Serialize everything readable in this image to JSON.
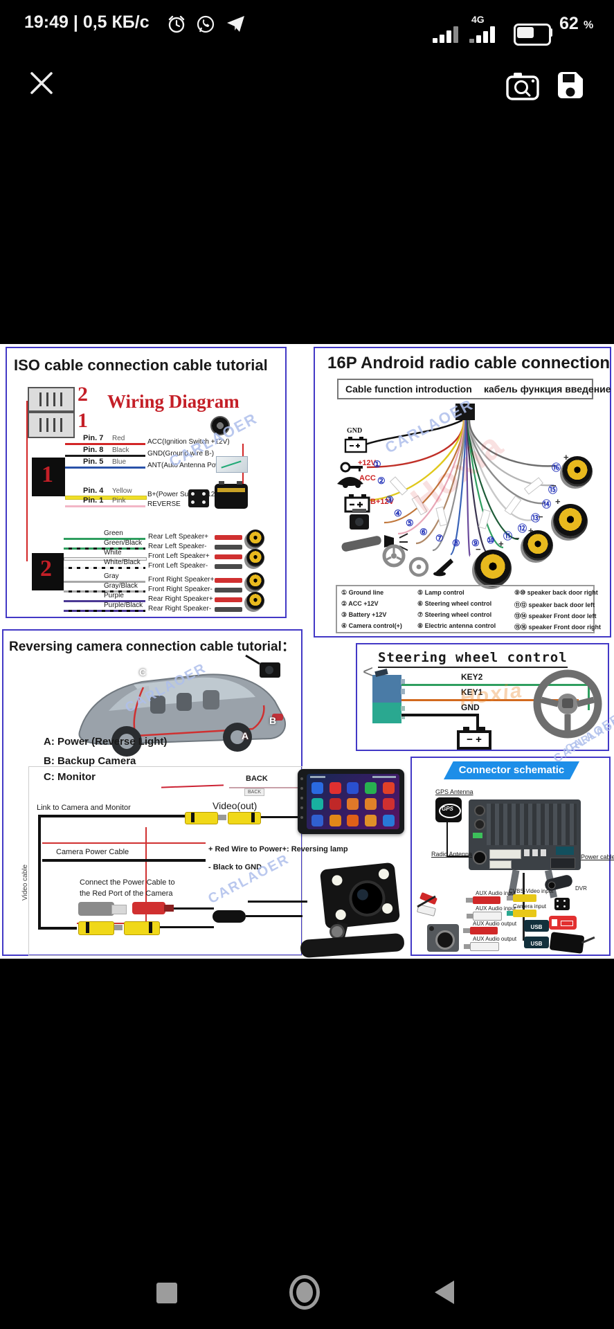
{
  "statusbar": {
    "left": "19:49 | 0,5 КБ/с",
    "network": "4G",
    "battery_value": "62",
    "percent": "%"
  },
  "panel_iso": {
    "title": "ISO cable connection cable tutorial",
    "heading": "Wiring Diagram",
    "iso_block_top": "2",
    "iso_block_bottom": "1",
    "block1": "1",
    "block2": "2",
    "pins": [
      {
        "pin": "Pin. 7",
        "wire": "Red",
        "desc": "ACC(Ignition Switch +12V)"
      },
      {
        "pin": "Pin. 8",
        "wire": "Black",
        "desc": "GND(Ground wire B-)"
      },
      {
        "pin": "Pin. 5",
        "wire": "Blue",
        "desc": "ANT(Auto Antenna Power)"
      },
      {
        "pin": "Pin. 4",
        "wire": "Yellow",
        "desc": "B+(Power Supply +12V)"
      },
      {
        "pin": "Pin. 1",
        "wire": "Pink",
        "desc": "REVERSE"
      }
    ],
    "speakers": [
      {
        "wire": "Green",
        "desc": "Rear Left Speaker+"
      },
      {
        "wire": "Green/Black",
        "desc": "Rear Left Speaker-"
      },
      {
        "wire": "White",
        "desc": "Front Left Speaker+"
      },
      {
        "wire": "White/Black",
        "desc": "Front Left Speaker-"
      },
      {
        "wire": "Gray",
        "desc": "Front Right Speaker+"
      },
      {
        "wire": "Gray/Black",
        "desc": "Front Right Speaker-"
      },
      {
        "wire": "Purple",
        "desc": "Rear Right Speaker+"
      },
      {
        "wire": "Purple/Black",
        "desc": "Rear Right Speaker-"
      }
    ],
    "watermark": "CARLAOER"
  },
  "panel_16p": {
    "title": "16P Android radio cable connection",
    "caption_en": "Cable function introduction",
    "caption_ru": "кабель функция введение",
    "gnd": "GND",
    "v12": "+12V",
    "acc": "ACC",
    "b12": "B+12V",
    "plus": "+",
    "minus": "−",
    "nums": [
      "①",
      "②",
      "③",
      "④",
      "⑤",
      "⑥",
      "⑦",
      "⑧",
      "⑨",
      "⑩",
      "⑪",
      "⑫",
      "⑬",
      "⑭",
      "⑮",
      "⑯"
    ],
    "legend": [
      {
        "n": "①",
        "t": "Ground line"
      },
      {
        "n": "②",
        "t": "ACC +12V"
      },
      {
        "n": "③",
        "t": "Battery +12V"
      },
      {
        "n": "④",
        "t": "Camera control(+)"
      },
      {
        "n": "⑤",
        "t": "Lamp control"
      },
      {
        "n": "⑥",
        "t": "Steering wheel control"
      },
      {
        "n": "⑦",
        "t": "Steering wheel control"
      },
      {
        "n": "⑧",
        "t": "Electric antenna control"
      },
      {
        "n": "⑨⑩",
        "t": "speaker back door right"
      },
      {
        "n": "⑪⑫",
        "t": "speaker back door left"
      },
      {
        "n": "⑬⑭",
        "t": "speaker Front door left"
      },
      {
        "n": "⑮⑯",
        "t": "speaker Front door right"
      }
    ],
    "watermark": "CARLAOER",
    "watermark2": "Hoxia"
  },
  "panel_rev": {
    "title": "Reversing camera connection cable tutorial：",
    "legend_a": "A: Power (Reverse Light)",
    "legend_b": "B: Backup Camera",
    "legend_c": "C: Monitor",
    "label_a": "A",
    "label_b": "B",
    "label_c": "C",
    "back": "BACK",
    "back_tag": "BACK",
    "link": "Link to Camera and Monitor",
    "video_out": "Video(out)",
    "camera_power": "Camera Power Cable",
    "red_wire": "+ Red Wire to Power+: Reversing lamp",
    "black_wire": "- Black to GND",
    "connect1": "Connect the Power Cable to",
    "connect2": "the Red Port of the Camera",
    "video_cable": "Video cable",
    "watermark": "CARLAOER"
  },
  "panel_sw": {
    "title": "Steering wheel control",
    "back_chevron": "<",
    "key2": "KEY2",
    "key1": "KEY1",
    "gnd": "GND",
    "battery": "− +",
    "watermark": "Hoxia",
    "watermark2": "CARLAOER"
  },
  "panel_conn": {
    "banner": "Connector schematic",
    "gps_antenna": "GPS Antenna",
    "gps_logo": "GPS",
    "radio_antenna": "Radio Antenna",
    "power_cable": "Power cable",
    "aux": [
      "AUX Audio input",
      "AUX Audio input",
      "AUX Audio output",
      "AUX Audio output"
    ],
    "cvbs": "CVBS-Video input",
    "camera_input": "Camera  input",
    "usb": "USB",
    "dvr": "DVR"
  }
}
